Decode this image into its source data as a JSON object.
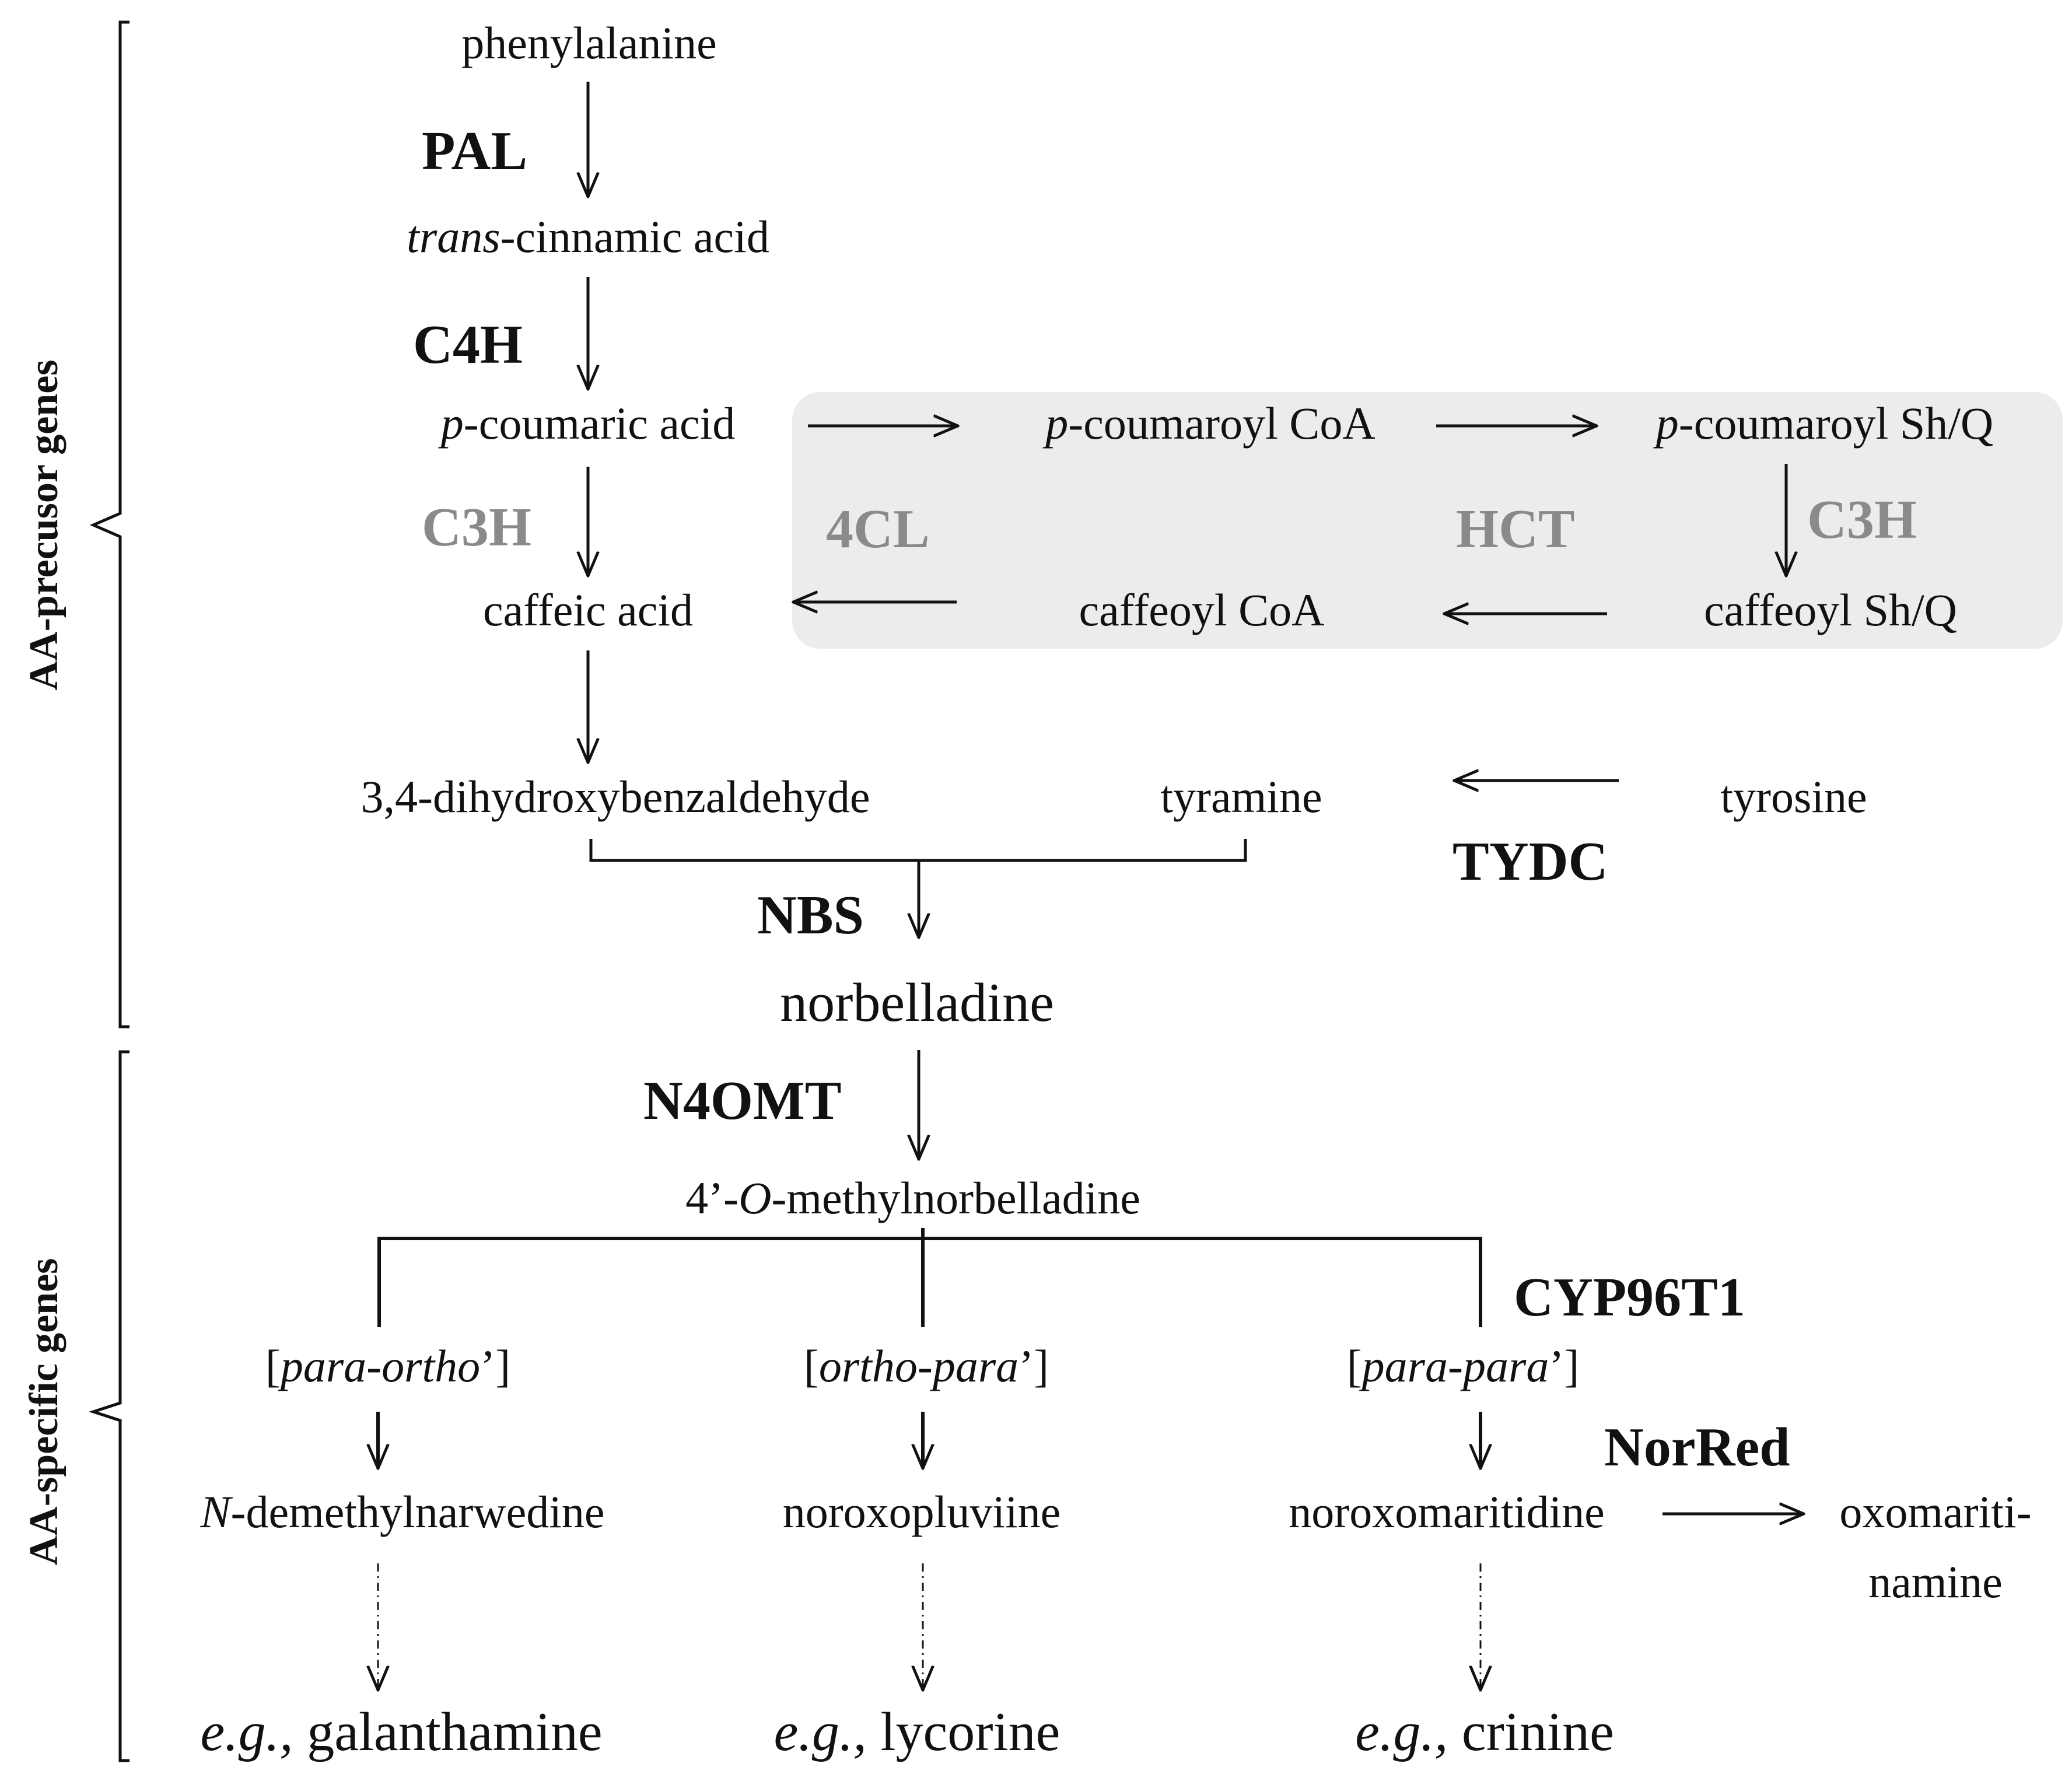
{
  "side_labels": {
    "precursor": "AA-precusor genes",
    "specific": "AA-specific genes"
  },
  "compounds": {
    "phenylalanine": "phenylalanine",
    "trans_prefix": "trans",
    "cinnamic_rest": "-cinnamic acid",
    "p1": "p",
    "coumaric_rest": "-coumaric acid",
    "p2": "p",
    "coumaroyl_coa_rest": "-coumaroyl CoA",
    "p3": "p",
    "coumaroyl_shq_rest": "-coumaroyl Sh/Q",
    "caffeic_acid": "caffeic acid",
    "caffeoyl_coa": "caffeoyl CoA",
    "caffeoyl_shq": "caffeoyl Sh/Q",
    "dihydroxybenzaldehyde": "3,4-dihydroxybenzaldehyde",
    "tyramine": "tyramine",
    "tyrosine": "tyrosine",
    "norbelladine": "norbelladine",
    "methyl_pre": "4’-",
    "methyl_O": "O",
    "methyl_rest": "-methylnorbelladine",
    "N_prefix": "N",
    "demethylnarwedine_rest": "-demethylnarwedine",
    "noroxopluviine": "noroxopluviine",
    "noroxomaritidine": "noroxomaritidine",
    "oxomaritinamine_1": "oxomariti-",
    "oxomaritinamine_2": "namine"
  },
  "couplings": {
    "po_open": "[",
    "po_italic": "para-ortho",
    "po_close": "’]",
    "op_open": "[",
    "op_italic": "ortho-para",
    "op_close": "’]",
    "pp_open": "[",
    "pp_italic": "para-para",
    "pp_close": "’]"
  },
  "products": {
    "eg": "e.g.,",
    "galanthamine": "galanthamine",
    "lycorine": "lycorine",
    "crinine": "crinine"
  },
  "enzymes": {
    "pal": "PAL",
    "c4h": "C4H",
    "c3h_left": "C3H",
    "c3h_right": "C3H",
    "fourcl": "4CL",
    "hct": "HCT",
    "tydc": "TYDC",
    "nbs": "NBS",
    "n4omt": "N4OMT",
    "cyp96t1": "CYP96T1",
    "norred": "NorRed"
  },
  "colors": {
    "highlight_box": "#ececec",
    "grey_enzyme": "#8a8a8a",
    "text": "#111111"
  }
}
